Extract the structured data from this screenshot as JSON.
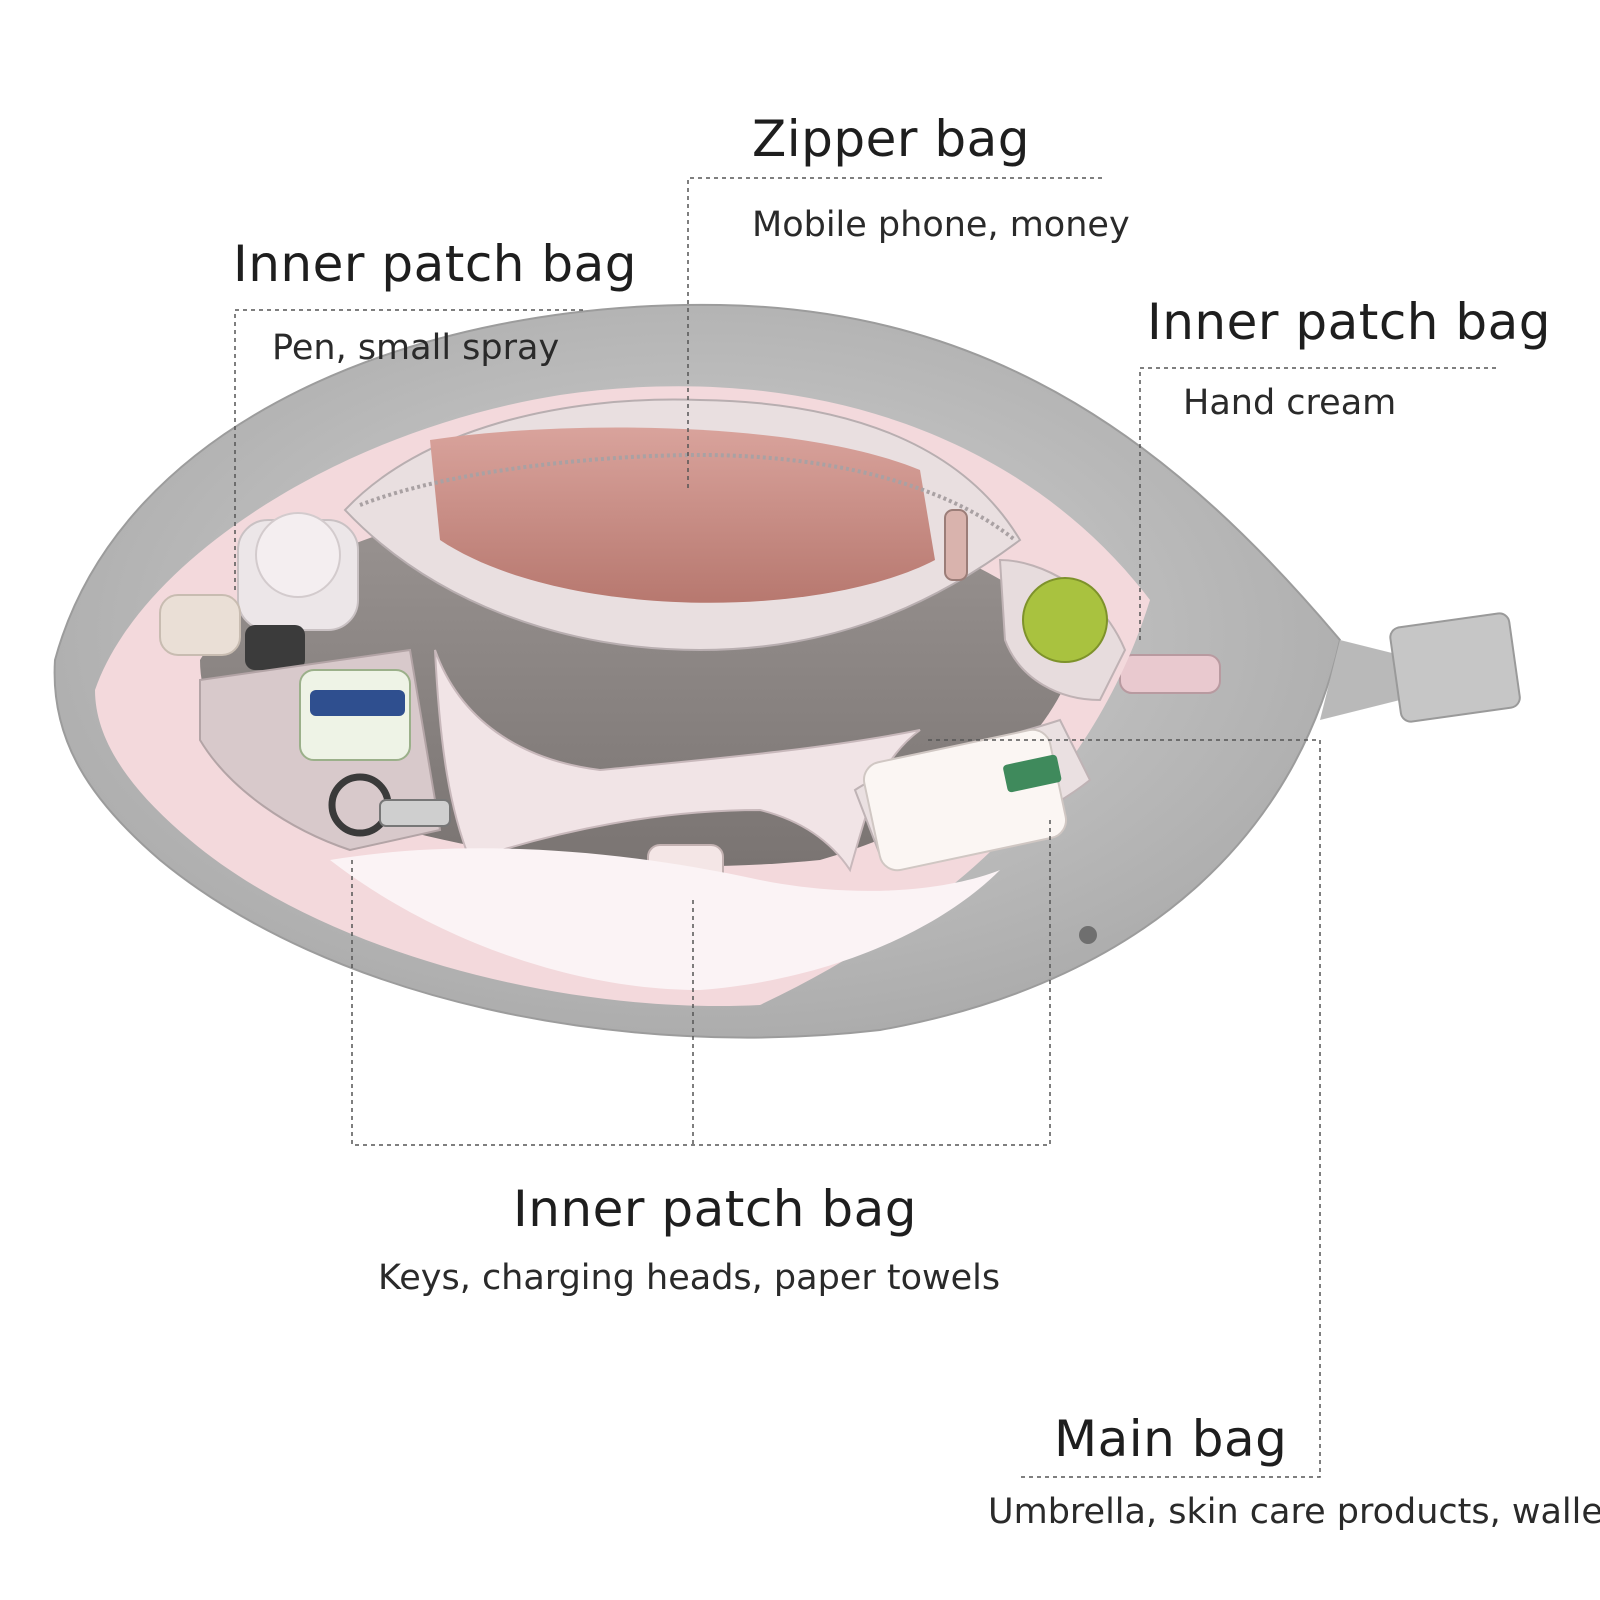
{
  "callouts": {
    "zipper_bag": {
      "title": "Zipper bag",
      "desc": "Mobile phone, money"
    },
    "inner_left": {
      "title": "Inner patch bag",
      "desc": "Pen, small spray"
    },
    "inner_right": {
      "title": "Inner patch bag",
      "desc": "Hand cream"
    },
    "inner_bottom": {
      "title": "Inner patch bag",
      "desc": "Keys, charging heads, paper towels"
    },
    "main_bag": {
      "title": "Main bag",
      "desc": "Umbrella, skin care products, wallet"
    }
  },
  "colors": {
    "bag_outer": "#c2c2c2",
    "bag_interior": "#8e8886",
    "lining_pink": "#f3d9dc",
    "phone_pink": "#c98c86",
    "leader_line": "#555555"
  }
}
